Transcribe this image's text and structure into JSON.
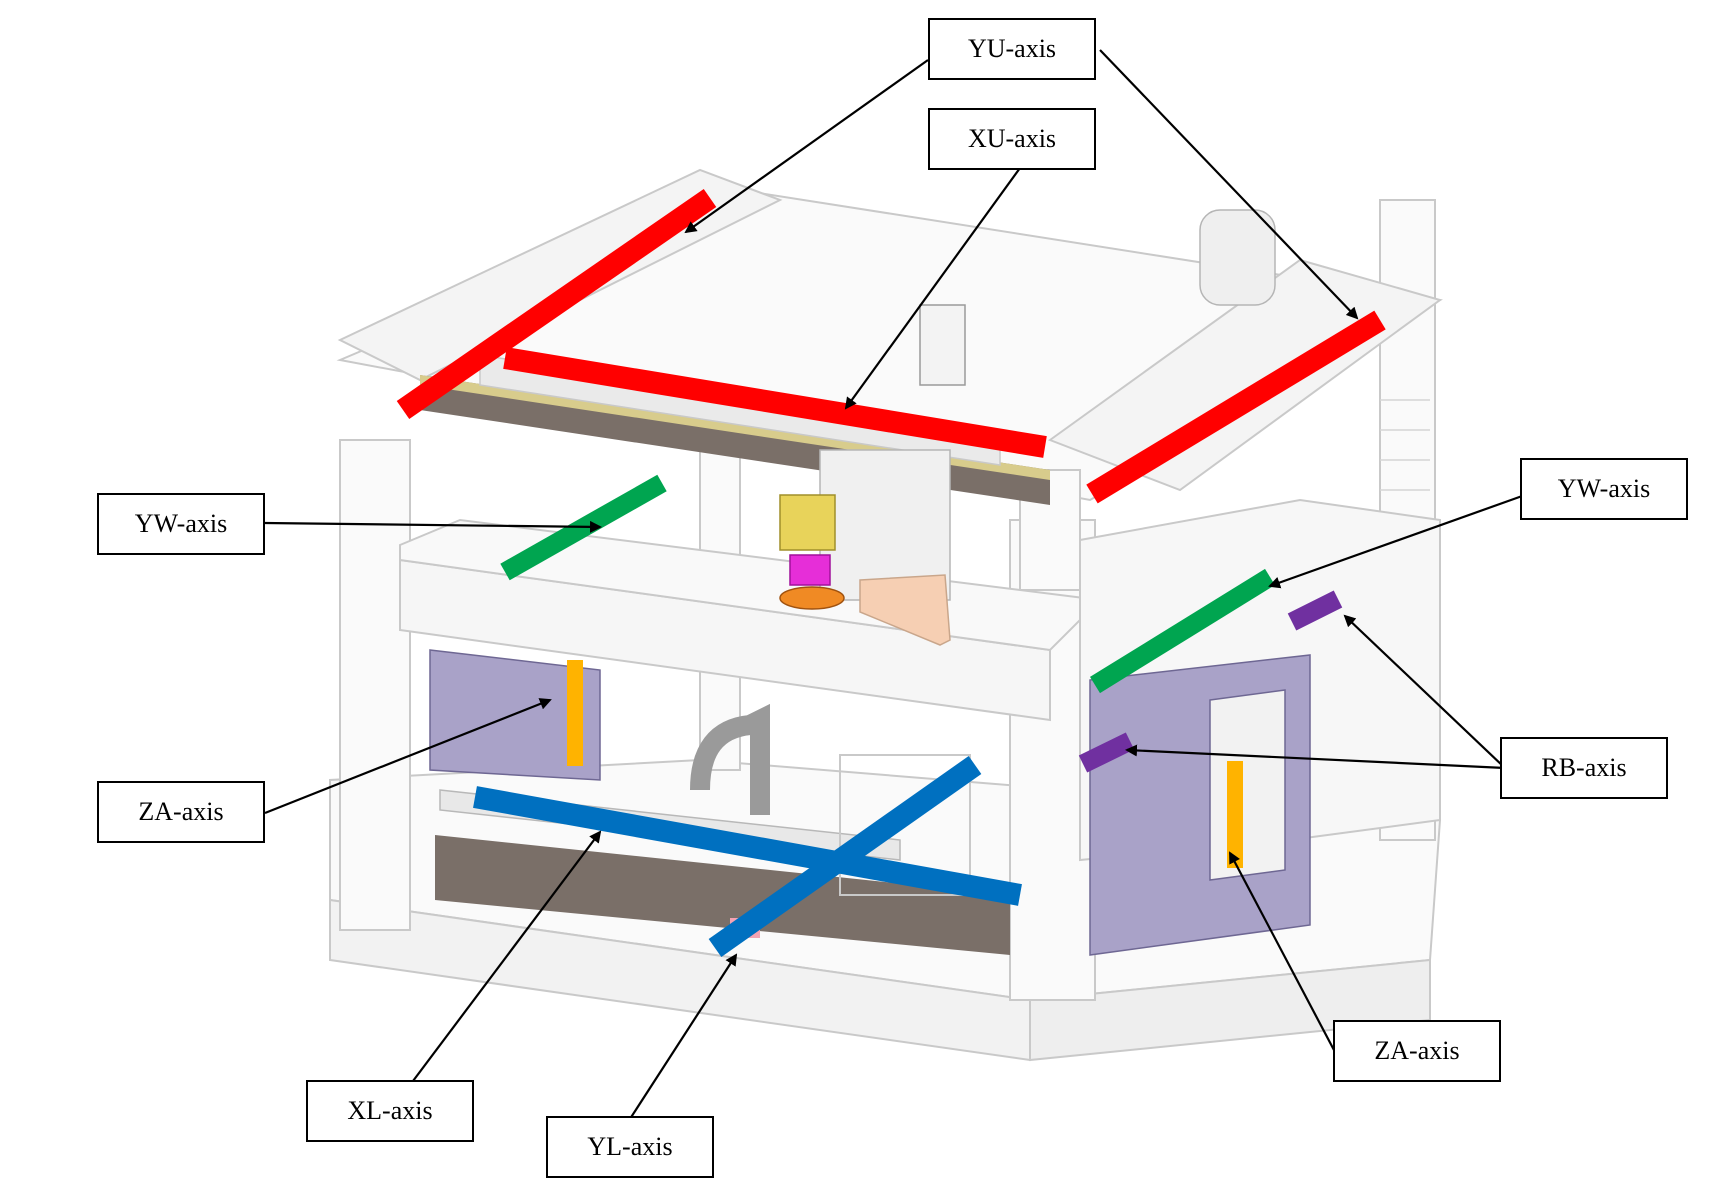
{
  "labels": {
    "yu": "YU-axis",
    "xu": "XU-axis",
    "yw_left": "YW-axis",
    "yw_right": "YW-axis",
    "za_left": "ZA-axis",
    "za_right": "ZA-axis",
    "rb": "RB-axis",
    "xl": "XL-axis",
    "yl": "YL-axis"
  },
  "colors": {
    "yu_xu": "#ff0000",
    "yw": "#00a550",
    "za": "#ffb300",
    "rb": "#7030a0",
    "xl_yl": "#0070c0",
    "frame_line": "#c9c9c9",
    "plate": "#a9a2c8",
    "rail": "#7a6f68",
    "rail_gold": "#d8cc8c"
  }
}
